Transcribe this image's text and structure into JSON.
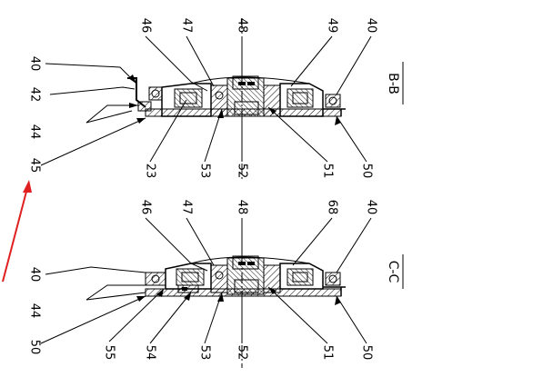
{
  "section_bb": {
    "title": "B-B",
    "left_labels": [
      "40",
      "42",
      "44",
      "45"
    ],
    "top_labels": [
      "46",
      "47",
      "48",
      "49",
      "40"
    ],
    "bottom_labels": [
      "23",
      "53",
      "52",
      "51",
      "50"
    ]
  },
  "section_cc": {
    "title": "C-C",
    "left_labels": [
      "40",
      "44",
      "50"
    ],
    "top_labels": [
      "46",
      "47",
      "48",
      "68",
      "40"
    ],
    "bottom_labels": [
      "55",
      "54",
      "53",
      "52",
      "51",
      "50"
    ]
  },
  "annotation_color": "#e02020"
}
